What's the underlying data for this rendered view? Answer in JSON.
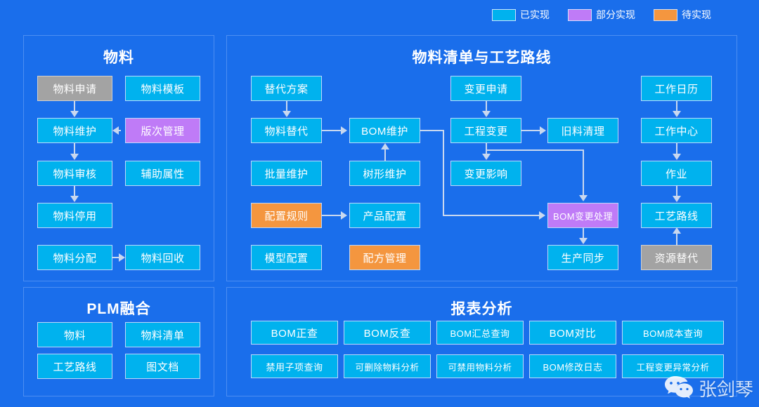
{
  "legend": {
    "items": [
      {
        "label": "已实现",
        "color": "#00b2ee",
        "state": "done"
      },
      {
        "label": "部分实现",
        "color": "#bf7bf7",
        "state": "partial"
      },
      {
        "label": "待实现",
        "color": "#f4963f",
        "state": "todo"
      }
    ]
  },
  "panels": {
    "material": {
      "title": "物料",
      "nodes": [
        {
          "label": "物料申请",
          "state": "gray"
        },
        {
          "label": "物料模板",
          "state": "done"
        },
        {
          "label": "物料维护",
          "state": "done"
        },
        {
          "label": "版次管理",
          "state": "partial"
        },
        {
          "label": "物料审核",
          "state": "done"
        },
        {
          "label": "辅助属性",
          "state": "done"
        },
        {
          "label": "物料停用",
          "state": "done"
        },
        {
          "label": "物料分配",
          "state": "done"
        },
        {
          "label": "物料回收",
          "state": "done"
        }
      ]
    },
    "bom": {
      "title": "物料清单与工艺路线",
      "nodes": [
        {
          "label": "替代方案",
          "state": "done"
        },
        {
          "label": "物料替代",
          "state": "done"
        },
        {
          "label": "BOM维护",
          "state": "done"
        },
        {
          "label": "批量维护",
          "state": "done"
        },
        {
          "label": "树形维护",
          "state": "done"
        },
        {
          "label": "配置规则",
          "state": "todo"
        },
        {
          "label": "产品配置",
          "state": "done"
        },
        {
          "label": "模型配置",
          "state": "done"
        },
        {
          "label": "配方管理",
          "state": "todo"
        },
        {
          "label": "变更申请",
          "state": "done"
        },
        {
          "label": "工程变更",
          "state": "done"
        },
        {
          "label": "旧料清理",
          "state": "done"
        },
        {
          "label": "变更影响",
          "state": "done"
        },
        {
          "label": "BOM变更处理",
          "state": "partial"
        },
        {
          "label": "生产同步",
          "state": "done"
        },
        {
          "label": "工作日历",
          "state": "done"
        },
        {
          "label": "工作中心",
          "state": "done"
        },
        {
          "label": "作业",
          "state": "done"
        },
        {
          "label": "工艺路线",
          "state": "done"
        },
        {
          "label": "资源替代",
          "state": "gray"
        }
      ]
    },
    "plm": {
      "title": "PLM融合",
      "nodes": [
        {
          "label": "物料",
          "state": "done"
        },
        {
          "label": "物料清单",
          "state": "done"
        },
        {
          "label": "工艺路线",
          "state": "done"
        },
        {
          "label": "图文档",
          "state": "done"
        }
      ]
    },
    "report": {
      "title": "报表分析",
      "nodes": [
        {
          "label": "BOM正查",
          "state": "done"
        },
        {
          "label": "BOM反查",
          "state": "done"
        },
        {
          "label": "BOM汇总查询",
          "state": "done"
        },
        {
          "label": "BOM对比",
          "state": "done"
        },
        {
          "label": "BOM成本查询",
          "state": "done"
        },
        {
          "label": "禁用子项查询",
          "state": "done"
        },
        {
          "label": "可删除物料分析",
          "state": "done"
        },
        {
          "label": "可禁用物料分析",
          "state": "done"
        },
        {
          "label": "BOM修改日志",
          "state": "done"
        },
        {
          "label": "工程变更异常分析",
          "state": "done"
        }
      ]
    }
  },
  "watermark": {
    "text": "张剑琴",
    "icon": "wechat-icon"
  }
}
